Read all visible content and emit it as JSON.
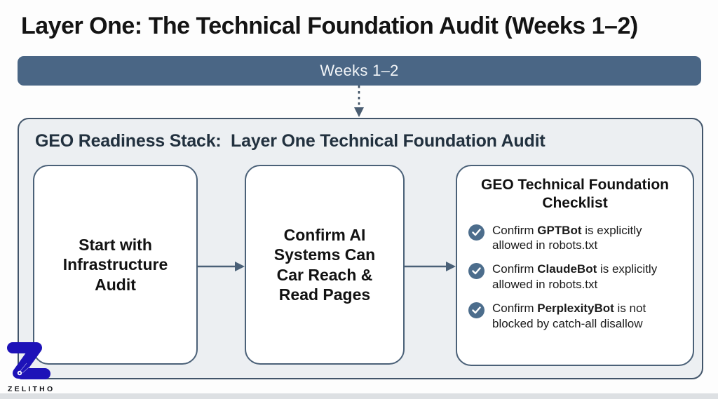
{
  "page": {
    "title": "Layer One: The Technical Foundation Audit (Weeks 1–2)"
  },
  "timeline": {
    "banner_label": "Weeks 1–2"
  },
  "stack": {
    "header": "GEO Readiness Stack:  Layer One Technical Foundation Audit",
    "steps": [
      {
        "label": "Start with Infrastructure Audit"
      },
      {
        "label": "Confirm AI Systems Can Car Reach & Read Pages"
      }
    ],
    "checklist": {
      "title": "GEO Technical Foundation Checklist",
      "items": [
        {
          "prefix": "Confirm ",
          "bot": "GPTBot",
          "suffix": " is explicitly allowed in robots.txt"
        },
        {
          "prefix": "Confirm ",
          "bot": "ClaudeBot",
          "suffix": " is explicitly allowed in robots.txt"
        },
        {
          "prefix": "Confirm ",
          "bot": "PerplexityBot",
          "suffix": " is not blocked by catch-all disallow"
        }
      ]
    }
  },
  "branding": {
    "logo_text": "ZELITHO"
  },
  "icons": {
    "check": "check-icon",
    "flow_arrow": "arrow-right-icon",
    "timeline_arrow": "arrow-down-dotted-icon"
  },
  "colors": {
    "banner_fill": "#4a6685",
    "container_bg": "#eceff2",
    "container_border": "#42556a",
    "box_border": "#4b6178",
    "check_circle": "#4c6d8c",
    "arrow": "#4a6077",
    "logo_blue": "#1d12b8",
    "footer_bar": "#dde0e3"
  }
}
